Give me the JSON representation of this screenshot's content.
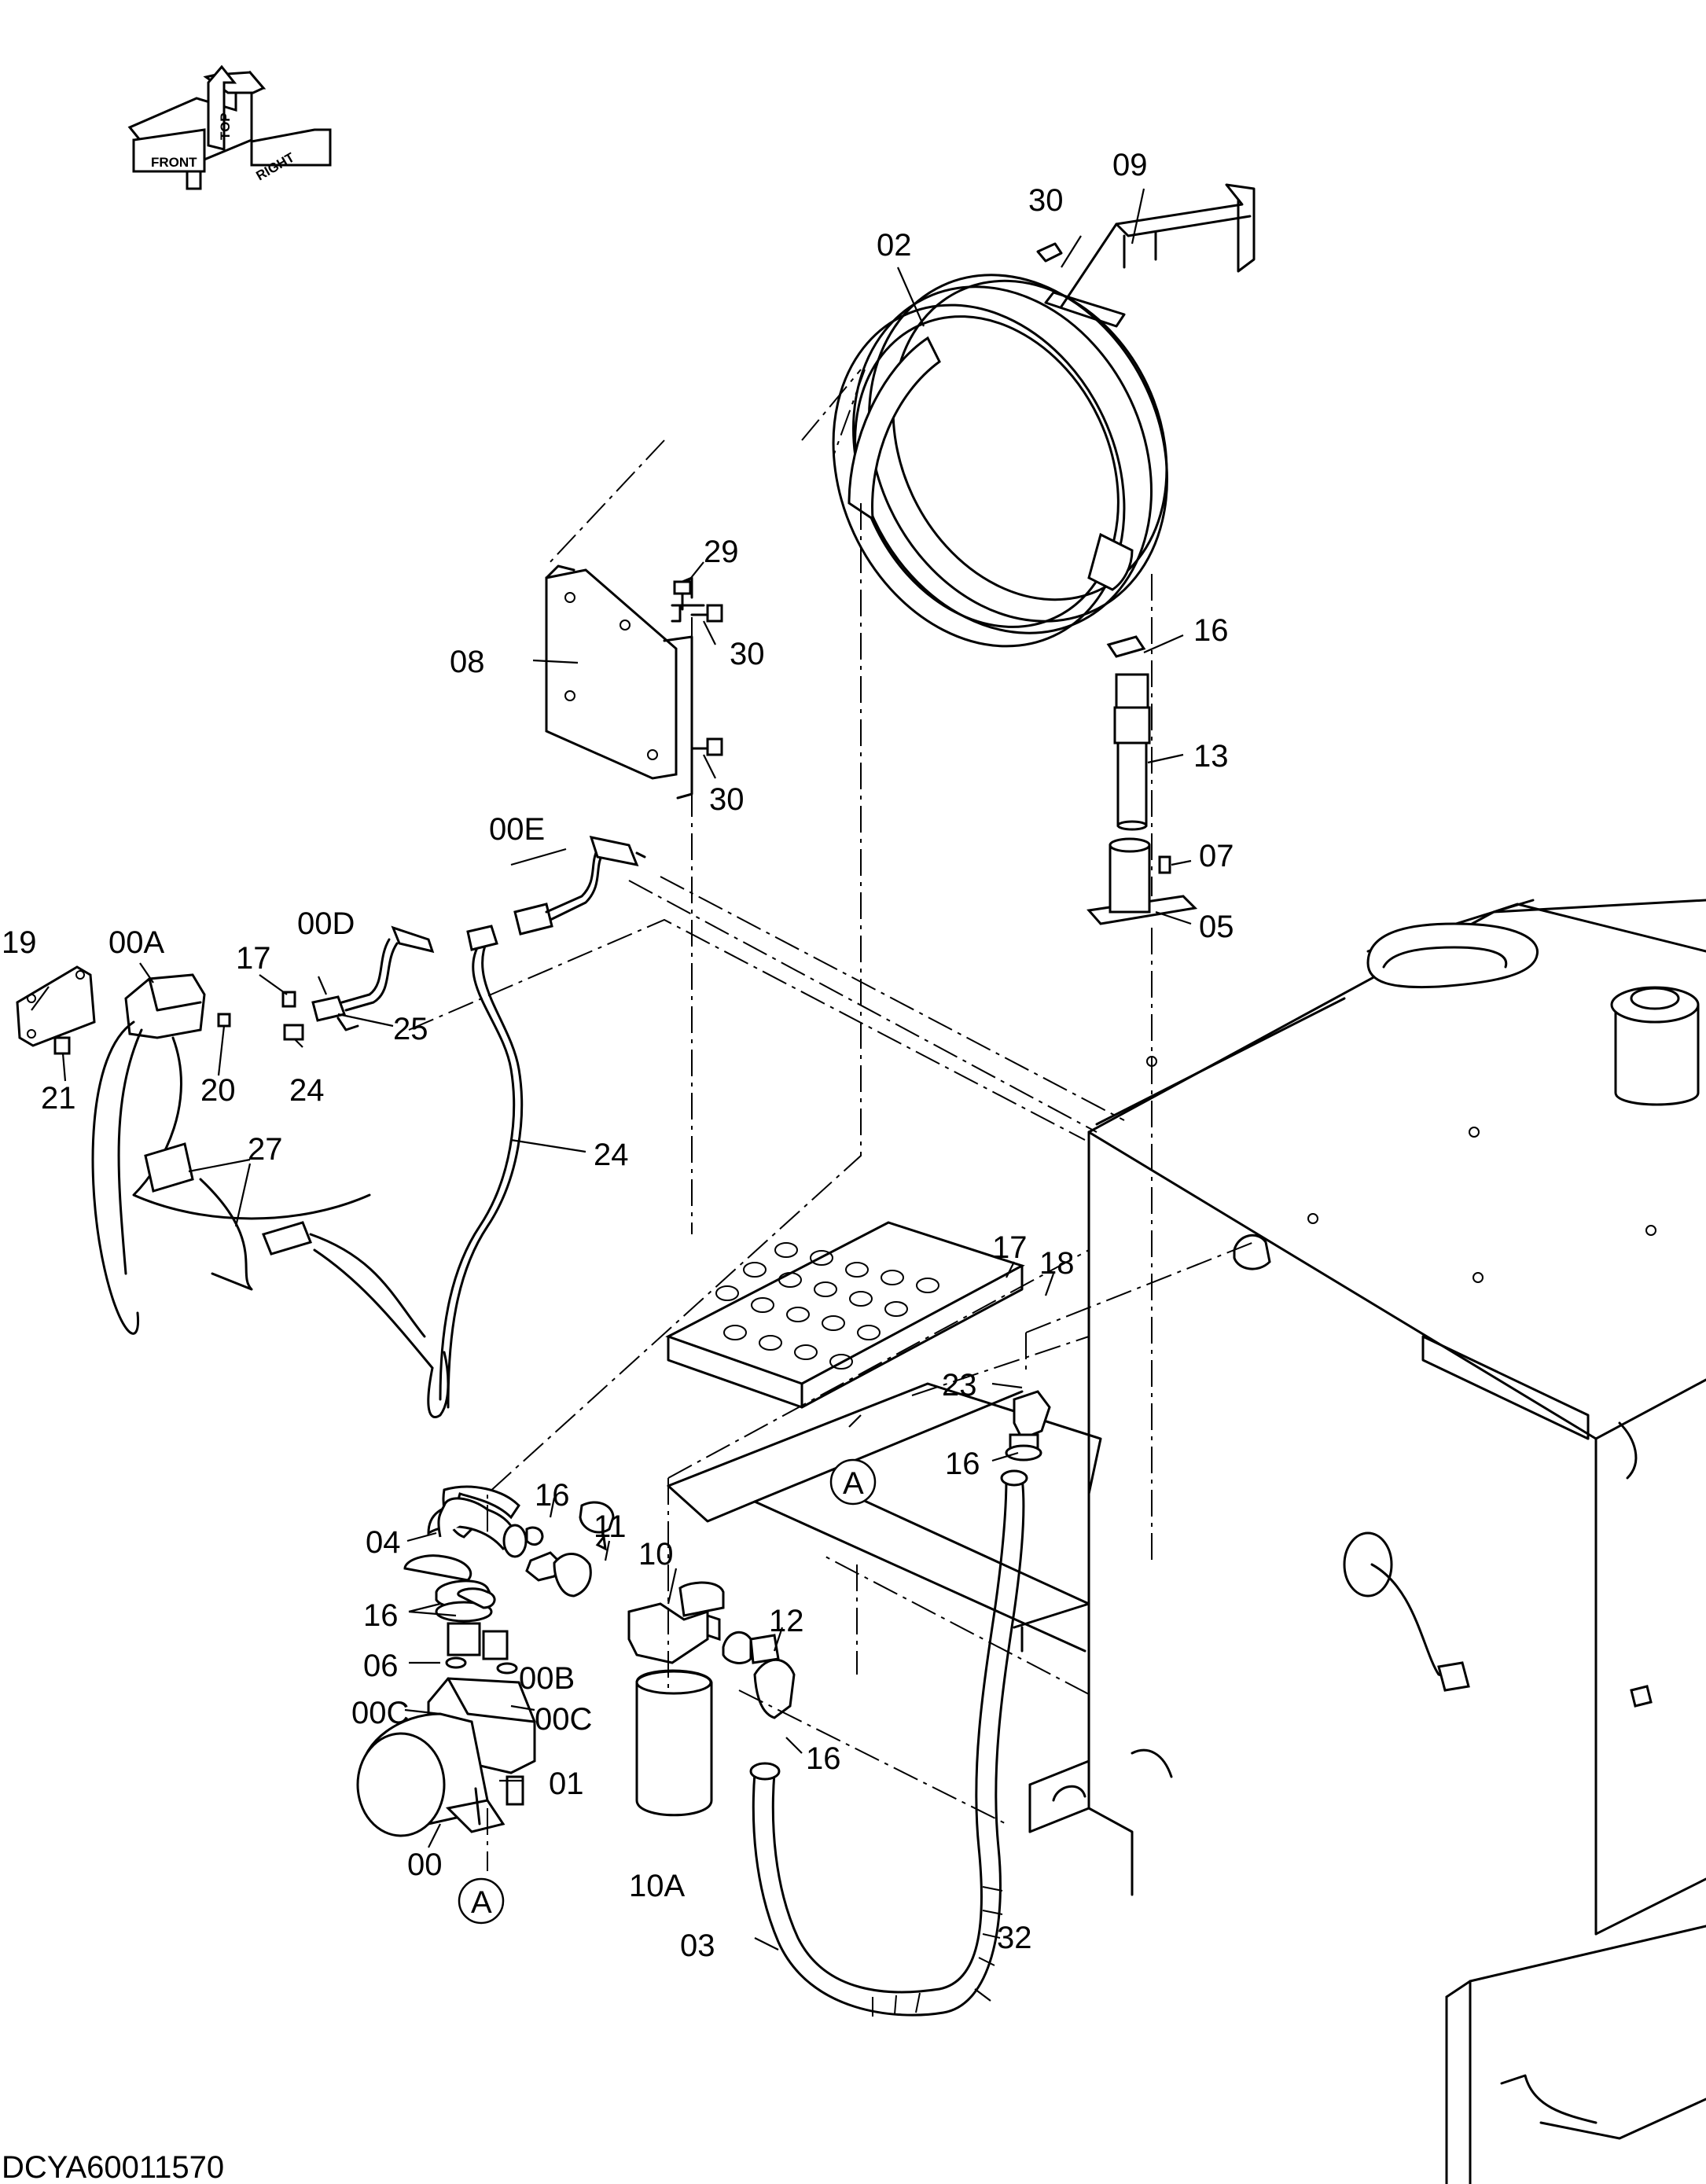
{
  "orientation": {
    "front": "FRONT",
    "top": "TOP",
    "right": "RIGHT"
  },
  "labels": {
    "p00": "00",
    "p00A": "00A",
    "p00B": "00B",
    "p00C": "00C",
    "p00D": "00D",
    "p00E": "00E",
    "p01": "01",
    "p02": "02",
    "p03": "03",
    "p04": "04",
    "p05": "05",
    "p06": "06",
    "p07": "07",
    "p08": "08",
    "p09": "09",
    "p10": "10",
    "p10A": "10A",
    "p11": "11",
    "p12": "12",
    "p13": "13",
    "p16": "16",
    "p17": "17",
    "p18": "18",
    "p19": "19",
    "p20": "20",
    "p21": "21",
    "p23": "23",
    "p24": "24",
    "p25": "25",
    "p27": "27",
    "p29": "29",
    "p30": "30",
    "p32": "32"
  },
  "callout": "A",
  "drawing_code": "DCYA60011570"
}
